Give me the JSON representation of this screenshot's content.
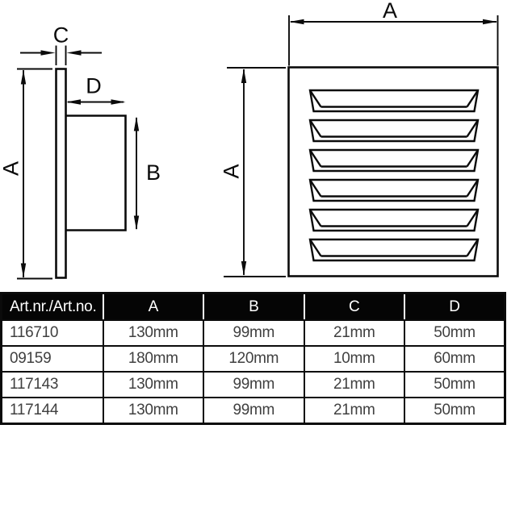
{
  "drawing": {
    "side_view": {
      "label_a": "A",
      "label_b": "B",
      "label_c": "C",
      "label_d": "D"
    },
    "front_view": {
      "label_a_top": "A",
      "label_a_left": "A",
      "louver_count": 6
    }
  },
  "table": {
    "header": {
      "article": "Art.nr./Art.no.",
      "cols": [
        "A",
        "B",
        "C",
        "D"
      ]
    },
    "rows": [
      [
        "116710",
        "130mm",
        "99mm",
        "21mm",
        "50mm"
      ],
      [
        "09159",
        "180mm",
        "120mm",
        "10mm",
        "60mm"
      ],
      [
        "117143",
        "130mm",
        "99mm",
        "21mm",
        "50mm"
      ],
      [
        "117144",
        "130mm",
        "99mm",
        "21mm",
        "50mm"
      ]
    ]
  },
  "colors": {
    "line": "#0b0b0b",
    "table_header_bg": "#050505",
    "table_header_text": "#ffffff",
    "table_body_text": "#404040",
    "background": "#ffffff"
  }
}
